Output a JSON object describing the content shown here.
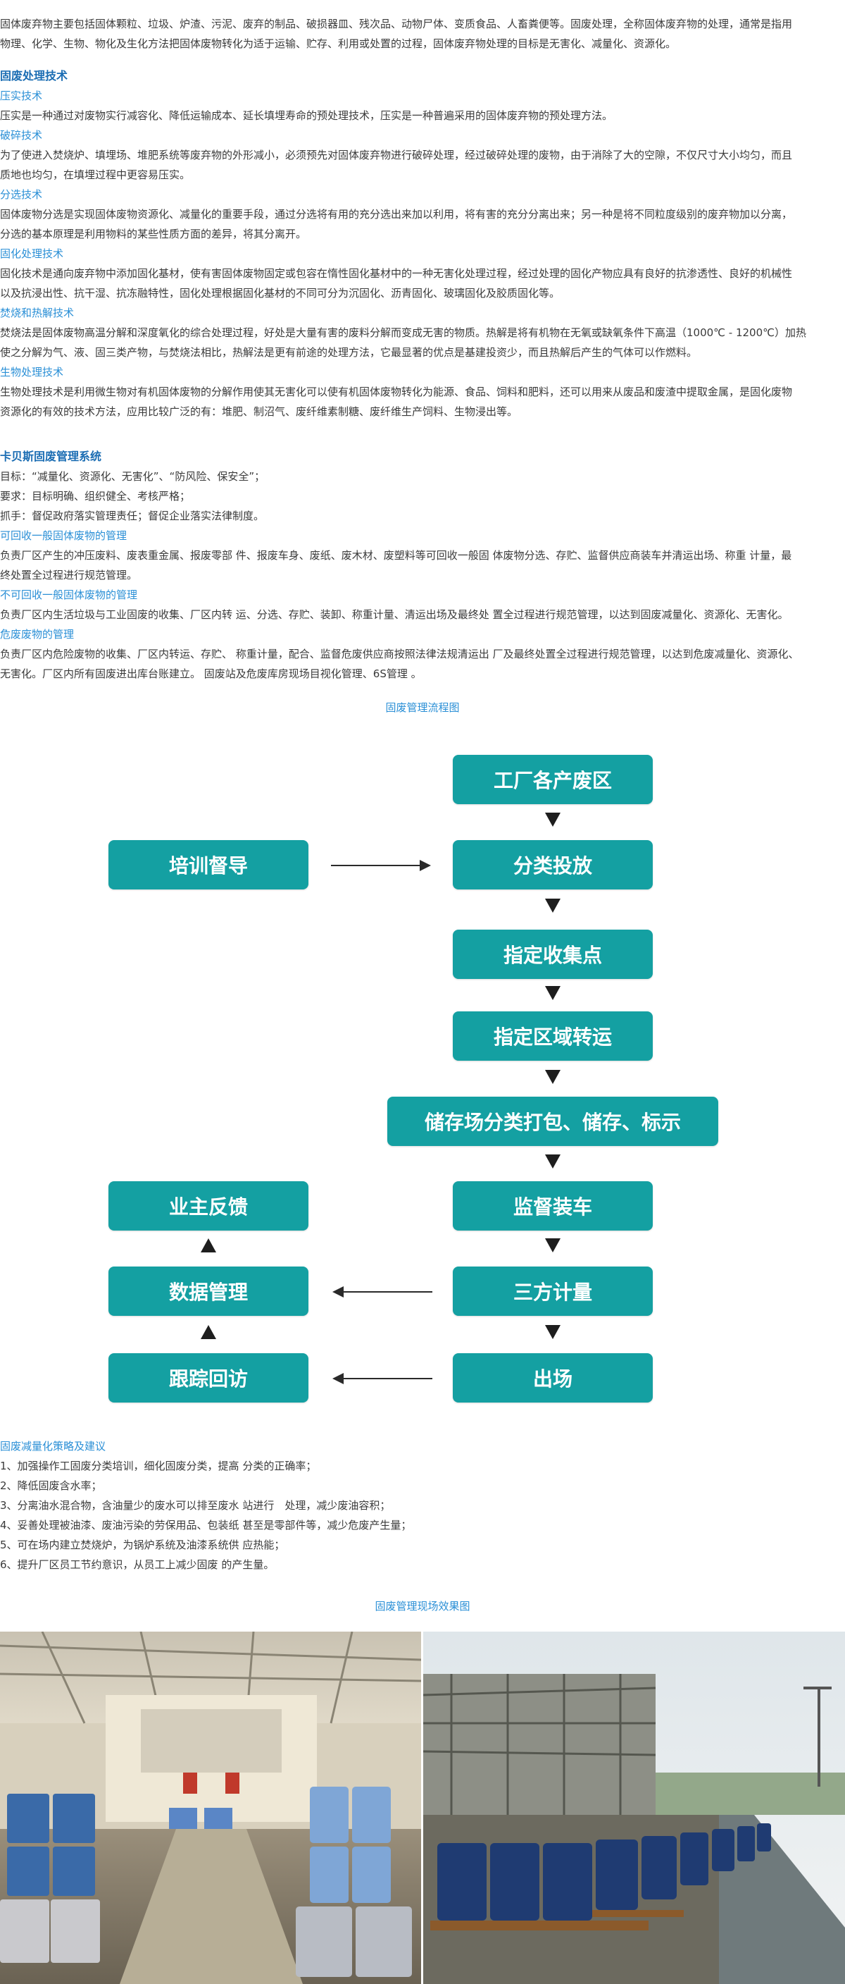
{
  "intro": {
    "line1": "固体废弃物主要包括固体颗粒、垃圾、炉渣、污泥、废弃的制品、破损器皿、残次品、动物尸体、变质食品、人畜粪便等。固废处理，全称固体废弃物的处理，通常是指用",
    "line2": "物理、化学、生物、物化及生化方法把固体废物转化为适于运输、贮存、利用或处置的过程，固体废弃物处理的目标是无害化、减量化、资源化。"
  },
  "tech": {
    "title": "固废处理技术",
    "items": [
      {
        "sub": "压实技术",
        "lines": [
          "压实是一种通过对废物实行减容化、降低运输成本、延长填埋寿命的预处理技术，压实是一种普遍采用的固体废弃物的预处理方法。"
        ]
      },
      {
        "sub": "破碎技术",
        "lines": [
          "为了使进入焚烧炉、填埋场、堆肥系统等废弃物的外形减小，必须预先对固体废弃物进行破碎处理，经过破碎处理的废物，由于消除了大的空隙，不仅尺寸大小均匀，而且",
          "质地也均匀，在填埋过程中更容易压实。"
        ]
      },
      {
        "sub": "分选技术",
        "lines": [
          "固体废物分选是实现固体废物资源化、减量化的重要手段，通过分选将有用的充分选出来加以利用，将有害的充分分离出来；另一种是将不同粒度级别的废弃物加以分离，",
          "分选的基本原理是利用物料的某些性质方面的差异，将其分离开。"
        ]
      },
      {
        "sub": "固化处理技术",
        "lines": [
          "固化技术是通向废弃物中添加固化基材，使有害固体废物固定或包容在惰性固化基材中的一种无害化处理过程，经过处理的固化产物应具有良好的抗渗透性、良好的机械性",
          "以及抗浸出性、抗干湿、抗冻融特性，固化处理根据固化基材的不同可分为沉固化、沥青固化、玻璃固化及胶质固化等。"
        ]
      },
      {
        "sub": "焚烧和热解技术",
        "lines": [
          "焚烧法是固体废物高温分解和深度氧化的综合处理过程，好处是大量有害的废料分解而变成无害的物质。热解是将有机物在无氧或缺氧条件下高温（1000℃ - 1200℃）加热",
          "使之分解为气、液、固三类产物，与焚烧法相比，热解法是更有前途的处理方法，它最显著的优点是基建投资少，而且热解后产生的气体可以作燃料。"
        ]
      },
      {
        "sub": "生物处理技术",
        "lines": [
          "生物处理技术是利用微生物对有机固体废物的分解作用使其无害化可以使有机固体废物转化为能源、食品、饲料和肥料，还可以用来从废品和废渣中提取金属，是固化废物",
          "资源化的有效的技术方法，应用比较广泛的有：堆肥、制沼气、废纤维素制糖、废纤维生产饲料、生物浸出等。"
        ]
      }
    ]
  },
  "system": {
    "title": "卡贝斯固废管理系统",
    "lines": [
      "目标：“减量化、资源化、无害化”、“防风险、保安全”；",
      "要求：目标明确、组织健全、考核严格；",
      "抓手：督促政府落实管理责任；督促企业落实法律制度。"
    ],
    "items": [
      {
        "sub": "可回收一般固体废物的管理",
        "lines": [
          "负责厂区产生的冲压废料、废表重金属、报废零部 件、报废车身、废纸、废木材、废塑料等可回收一般固 体废物分选、存贮、监督供应商装车并清运出场、称重 计量，最",
          "终处置全过程进行规范管理。"
        ]
      },
      {
        "sub": "不可回收一般固体废物的管理",
        "lines": [
          "负责厂区内生活垃圾与工业固废的收集、厂区内转 运、分选、存贮、装卸、称重计量、清运出场及最终处 置全过程进行规范管理，以达到固废减量化、资源化、无害化。"
        ]
      },
      {
        "sub": "危废废物的管理",
        "lines": [
          "负责厂区内危险废物的收集、厂区内转运、存贮、 称重计量，配合、监督危废供应商按照法律法规清运出 厂及最终处置全过程进行规范管理，以达到危废减量化、资源化、",
          "无害化。厂区内所有固废进出库台账建立。 固废站及危废库房现场目视化管理、6S管理 。"
        ]
      }
    ]
  },
  "flow": {
    "caption": "固废管理流程图",
    "boxes": {
      "factory": "工厂各产废区",
      "training": "培训督导",
      "sorting": "分类投放",
      "collection": "指定收集点",
      "transfer": "指定区域转运",
      "storage": "储存场分类打包、储存、标示",
      "feedback": "业主反馈",
      "loading": "监督装车",
      "data": "数据管理",
      "weighing": "三方计量",
      "tracking": "跟踪回访",
      "exit": "出场"
    },
    "box_color": "#14a0a2"
  },
  "strategy": {
    "title": "固废减量化策略及建议",
    "lines": [
      "1、加强操作工固废分类培训，细化固废分类，提高 分类的正确率；",
      "2、降低固废含水率；",
      "3、分离油水混合物，含油量少的废水可以排至废水 站进行　处理，减少废油容积；",
      "4、妥善处理被油漆、废油污染的劳保用品、包装纸 甚至是零部件等，减少危废产生量；",
      "5、可在场内建立焚烧炉，为锅炉系统及油漆系统供 应热能；",
      "6、提升厂区员工节约意识，从员工上减少固废 的产生量。"
    ]
  },
  "photos": {
    "caption": "固废管理现场效果图"
  }
}
